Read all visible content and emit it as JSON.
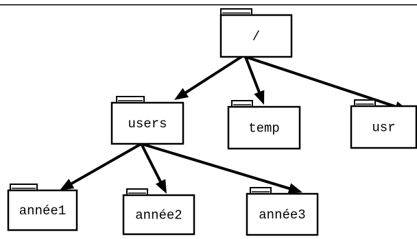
{
  "tree": {
    "folders": [
      {
        "id": "root",
        "label": "/"
      },
      {
        "id": "users",
        "label": "users"
      },
      {
        "id": "temp",
        "label": "temp"
      },
      {
        "id": "usr",
        "label": "usr"
      },
      {
        "id": "annee1",
        "label": "année1"
      },
      {
        "id": "annee2",
        "label": "année2"
      },
      {
        "id": "annee3",
        "label": "année3"
      }
    ],
    "edges": [
      {
        "from": "root",
        "to": "users"
      },
      {
        "from": "root",
        "to": "temp"
      },
      {
        "from": "root",
        "to": "usr"
      },
      {
        "from": "users",
        "to": "annee1"
      },
      {
        "from": "users",
        "to": "annee2"
      },
      {
        "from": "users",
        "to": "annee3"
      }
    ]
  }
}
